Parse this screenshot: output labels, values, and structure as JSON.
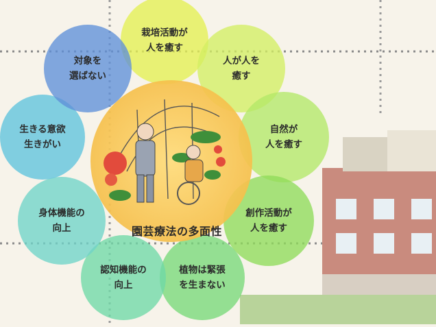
{
  "title": "園芸療法の多面性",
  "items": [
    {
      "label": "栽培活動が\n人を癒す",
      "color": "#e4ef52"
    },
    {
      "label": "人が人を\n癒す",
      "color": "#d3ee63"
    },
    {
      "label": "自然が\n人を癒す",
      "color": "#b3e868"
    },
    {
      "label": "創作活動が\n人を癒す",
      "color": "#8fdb5a"
    },
    {
      "label": "植物は緊張\nを生まない",
      "color": "#79d878"
    },
    {
      "label": "認知機能の\n向上",
      "color": "#6fd9a6"
    },
    {
      "label": "身体機能の\n向上",
      "color": "#6fd4c8"
    },
    {
      "label": "生きる意欲\n生きがい",
      "color": "#5fc3dc"
    },
    {
      "label": "対象を\n選ばない",
      "color": "#5f8fd8"
    }
  ]
}
